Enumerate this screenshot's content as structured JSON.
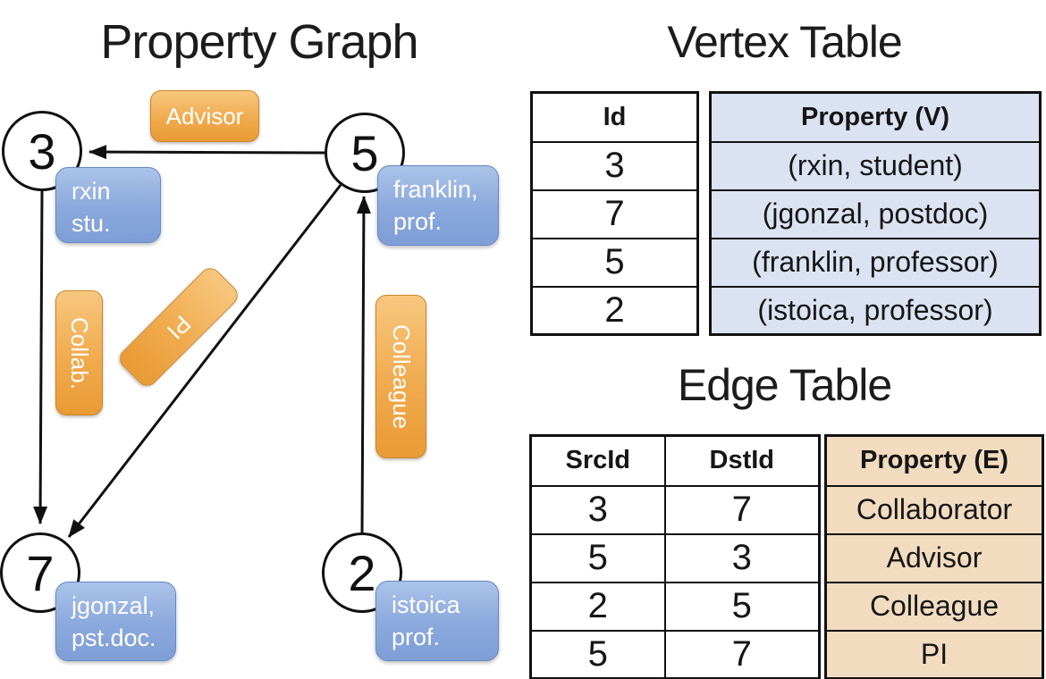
{
  "colors": {
    "orange_label": "#EC9D3B",
    "blue_label": "#7E9ED6",
    "vertex_property_fill": "#DBE3F2",
    "edge_property_fill": "#F2DCC0",
    "line_color": "#111111"
  },
  "graph": {
    "title": "Property Graph",
    "nodes": [
      {
        "id": "3",
        "label_line1": "rxin",
        "label_line2": "stu."
      },
      {
        "id": "5",
        "label_line1": "franklin,",
        "label_line2": "prof."
      },
      {
        "id": "7",
        "label_line1": "jgonzal,",
        "label_line2": "pst.doc."
      },
      {
        "id": "2",
        "label_line1": "istoica",
        "label_line2": "prof."
      }
    ],
    "edge_labels": {
      "advisor": "Advisor",
      "collab": "Collab.",
      "pi": "PI",
      "colleague": "Colleague"
    }
  },
  "vertex_table": {
    "title": "Vertex Table",
    "headers": {
      "id": "Id",
      "property": "Property (V)"
    },
    "rows": [
      {
        "id": "3",
        "property": "(rxin, student)"
      },
      {
        "id": "7",
        "property": "(jgonzal, postdoc)"
      },
      {
        "id": "5",
        "property": "(franklin, professor)"
      },
      {
        "id": "2",
        "property": "(istoica, professor)"
      }
    ]
  },
  "edge_table": {
    "title": "Edge Table",
    "headers": {
      "src": "SrcId",
      "dst": "DstId",
      "property": "Property (E)"
    },
    "rows": [
      {
        "src": "3",
        "dst": "7",
        "property": "Collaborator"
      },
      {
        "src": "5",
        "dst": "3",
        "property": "Advisor"
      },
      {
        "src": "2",
        "dst": "5",
        "property": "Colleague"
      },
      {
        "src": "5",
        "dst": "7",
        "property": "PI"
      }
    ]
  }
}
